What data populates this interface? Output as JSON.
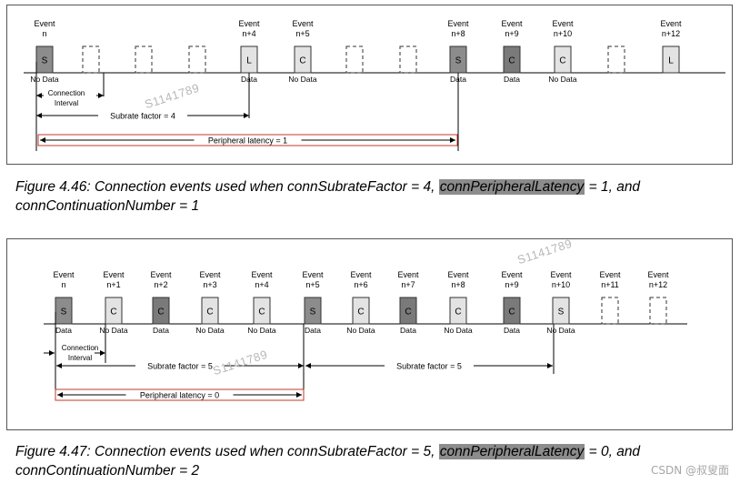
{
  "figure1": {
    "events": [
      {
        "label": "Event",
        "num": "n",
        "letter": "S",
        "kind": "S",
        "active": true,
        "status": "No Data"
      },
      {
        "label": "",
        "num": "",
        "letter": "",
        "kind": "skip",
        "active": false,
        "status": ""
      },
      {
        "label": "",
        "num": "",
        "letter": "",
        "kind": "skip",
        "active": false,
        "status": ""
      },
      {
        "label": "",
        "num": "",
        "letter": "",
        "kind": "skip",
        "active": false,
        "status": ""
      },
      {
        "label": "Event",
        "num": "n+4",
        "letter": "L",
        "kind": "L",
        "active": true,
        "status": "Data"
      },
      {
        "label": "Event",
        "num": "n+5",
        "letter": "C",
        "kind": "C",
        "active": true,
        "status": "No Data"
      },
      {
        "label": "",
        "num": "",
        "letter": "",
        "kind": "skip",
        "active": false,
        "status": ""
      },
      {
        "label": "",
        "num": "",
        "letter": "",
        "kind": "skip",
        "active": false,
        "status": ""
      },
      {
        "label": "Event",
        "num": "n+8",
        "letter": "S",
        "kind": "S",
        "active": true,
        "status": "Data"
      },
      {
        "label": "Event",
        "num": "n+9",
        "letter": "C",
        "kind": "Cd",
        "active": true,
        "status": "Data"
      },
      {
        "label": "Event",
        "num": "n+10",
        "letter": "C",
        "kind": "C",
        "active": true,
        "status": "No Data"
      },
      {
        "label": "",
        "num": "",
        "letter": "",
        "kind": "skip",
        "active": false,
        "status": ""
      },
      {
        "label": "Event",
        "num": "n+12",
        "letter": "L",
        "kind": "L",
        "active": true,
        "status": ""
      }
    ],
    "connection_interval": [
      "Connection",
      "Interval"
    ],
    "subrate_label": "Subrate factor = 4",
    "latency_label": "Peripheral latency = 1",
    "watermark": "S1141789"
  },
  "figure2": {
    "events": [
      {
        "label": "Event",
        "num": "n",
        "letter": "S",
        "kind": "S",
        "active": true,
        "status": "Data"
      },
      {
        "label": "Event",
        "num": "n+1",
        "letter": "C",
        "kind": "C",
        "active": true,
        "status": "No Data"
      },
      {
        "label": "Event",
        "num": "n+2",
        "letter": "C",
        "kind": "Cd",
        "active": true,
        "status": "Data"
      },
      {
        "label": "Event",
        "num": "n+3",
        "letter": "C",
        "kind": "C",
        "active": true,
        "status": "No Data"
      },
      {
        "label": "Event",
        "num": "n+4",
        "letter": "C",
        "kind": "C",
        "active": true,
        "status": "No Data"
      },
      {
        "label": "Event",
        "num": "n+5",
        "letter": "S",
        "kind": "S",
        "active": true,
        "status": "Data"
      },
      {
        "label": "Event",
        "num": "n+6",
        "letter": "C",
        "kind": "C",
        "active": true,
        "status": "No Data"
      },
      {
        "label": "Event",
        "num": "n+7",
        "letter": "C",
        "kind": "Cd",
        "active": true,
        "status": "Data"
      },
      {
        "label": "Event",
        "num": "n+8",
        "letter": "C",
        "kind": "C",
        "active": true,
        "status": "No Data"
      },
      {
        "label": "Event",
        "num": "n+9",
        "letter": "C",
        "kind": "Cd",
        "active": true,
        "status": "Data"
      },
      {
        "label": "Event",
        "num": "n+10",
        "letter": "S",
        "kind": "C",
        "active": true,
        "status": "No Data"
      },
      {
        "label": "Event",
        "num": "n+11",
        "letter": "",
        "kind": "skip",
        "active": false,
        "status": ""
      },
      {
        "label": "Event",
        "num": "n+12",
        "letter": "",
        "kind": "skip",
        "active": false,
        "status": ""
      }
    ],
    "connection_interval": [
      "Connection",
      "Interval"
    ],
    "subrate_label_1": "Subrate factor = 5",
    "subrate_label_2": "Subrate factor = 5",
    "latency_label": "Peripheral latency = 0",
    "watermark": "S1141789"
  },
  "caption1": {
    "before": "Figure 4.46: Connection events used when connSubrateFactor = 4, ",
    "highlight": "connPeripheralLatency",
    "after": " = 1, and",
    "line2": "connContinuationNumber = 1"
  },
  "caption2": {
    "before": "Figure 4.47: Connection events used when connSubrateFactor = 5, ",
    "highlight": "connPeripheralLatency",
    "after": " = 0, and",
    "line2": "connContinuationNumber = 2"
  },
  "credit": "CSDN @叔叟面",
  "colors": {
    "S": "#8c8c8c",
    "Cd": "#7a7a7a",
    "C": "#e3e3e3",
    "L": "#e3e3e3",
    "latency_border": "#c0392b"
  }
}
